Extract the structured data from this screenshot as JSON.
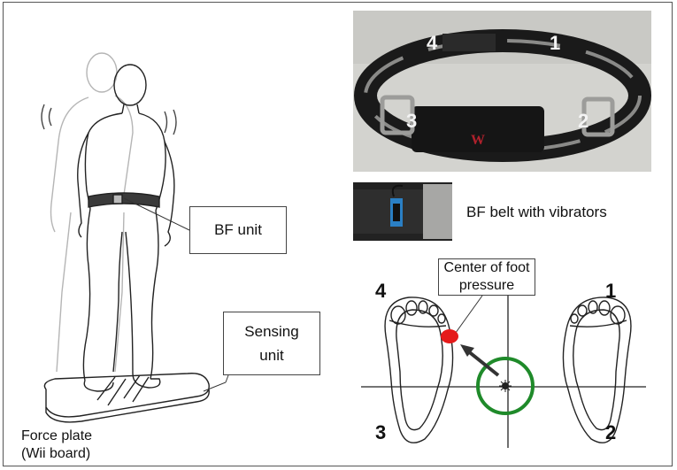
{
  "labels": {
    "bf_unit": "BF unit",
    "sensing_unit_line1": "Sensing",
    "sensing_unit_line2": "unit",
    "force_plate_line1": "Force plate",
    "force_plate_line2": "(Wii board)",
    "bf_belt": "BF belt with vibrators",
    "cop_line1": "Center of foot",
    "cop_line2": "pressure"
  },
  "belt_numbers": [
    "4",
    "1",
    "3",
    "2"
  ],
  "quadrant_numbers": [
    "4",
    "1",
    "3",
    "2"
  ],
  "colors": {
    "cop_dot": "#e51b1b",
    "target_circle": "#1f8a2a",
    "arrow": "#333333",
    "belt_photo_bg": "#cfd0cc"
  }
}
